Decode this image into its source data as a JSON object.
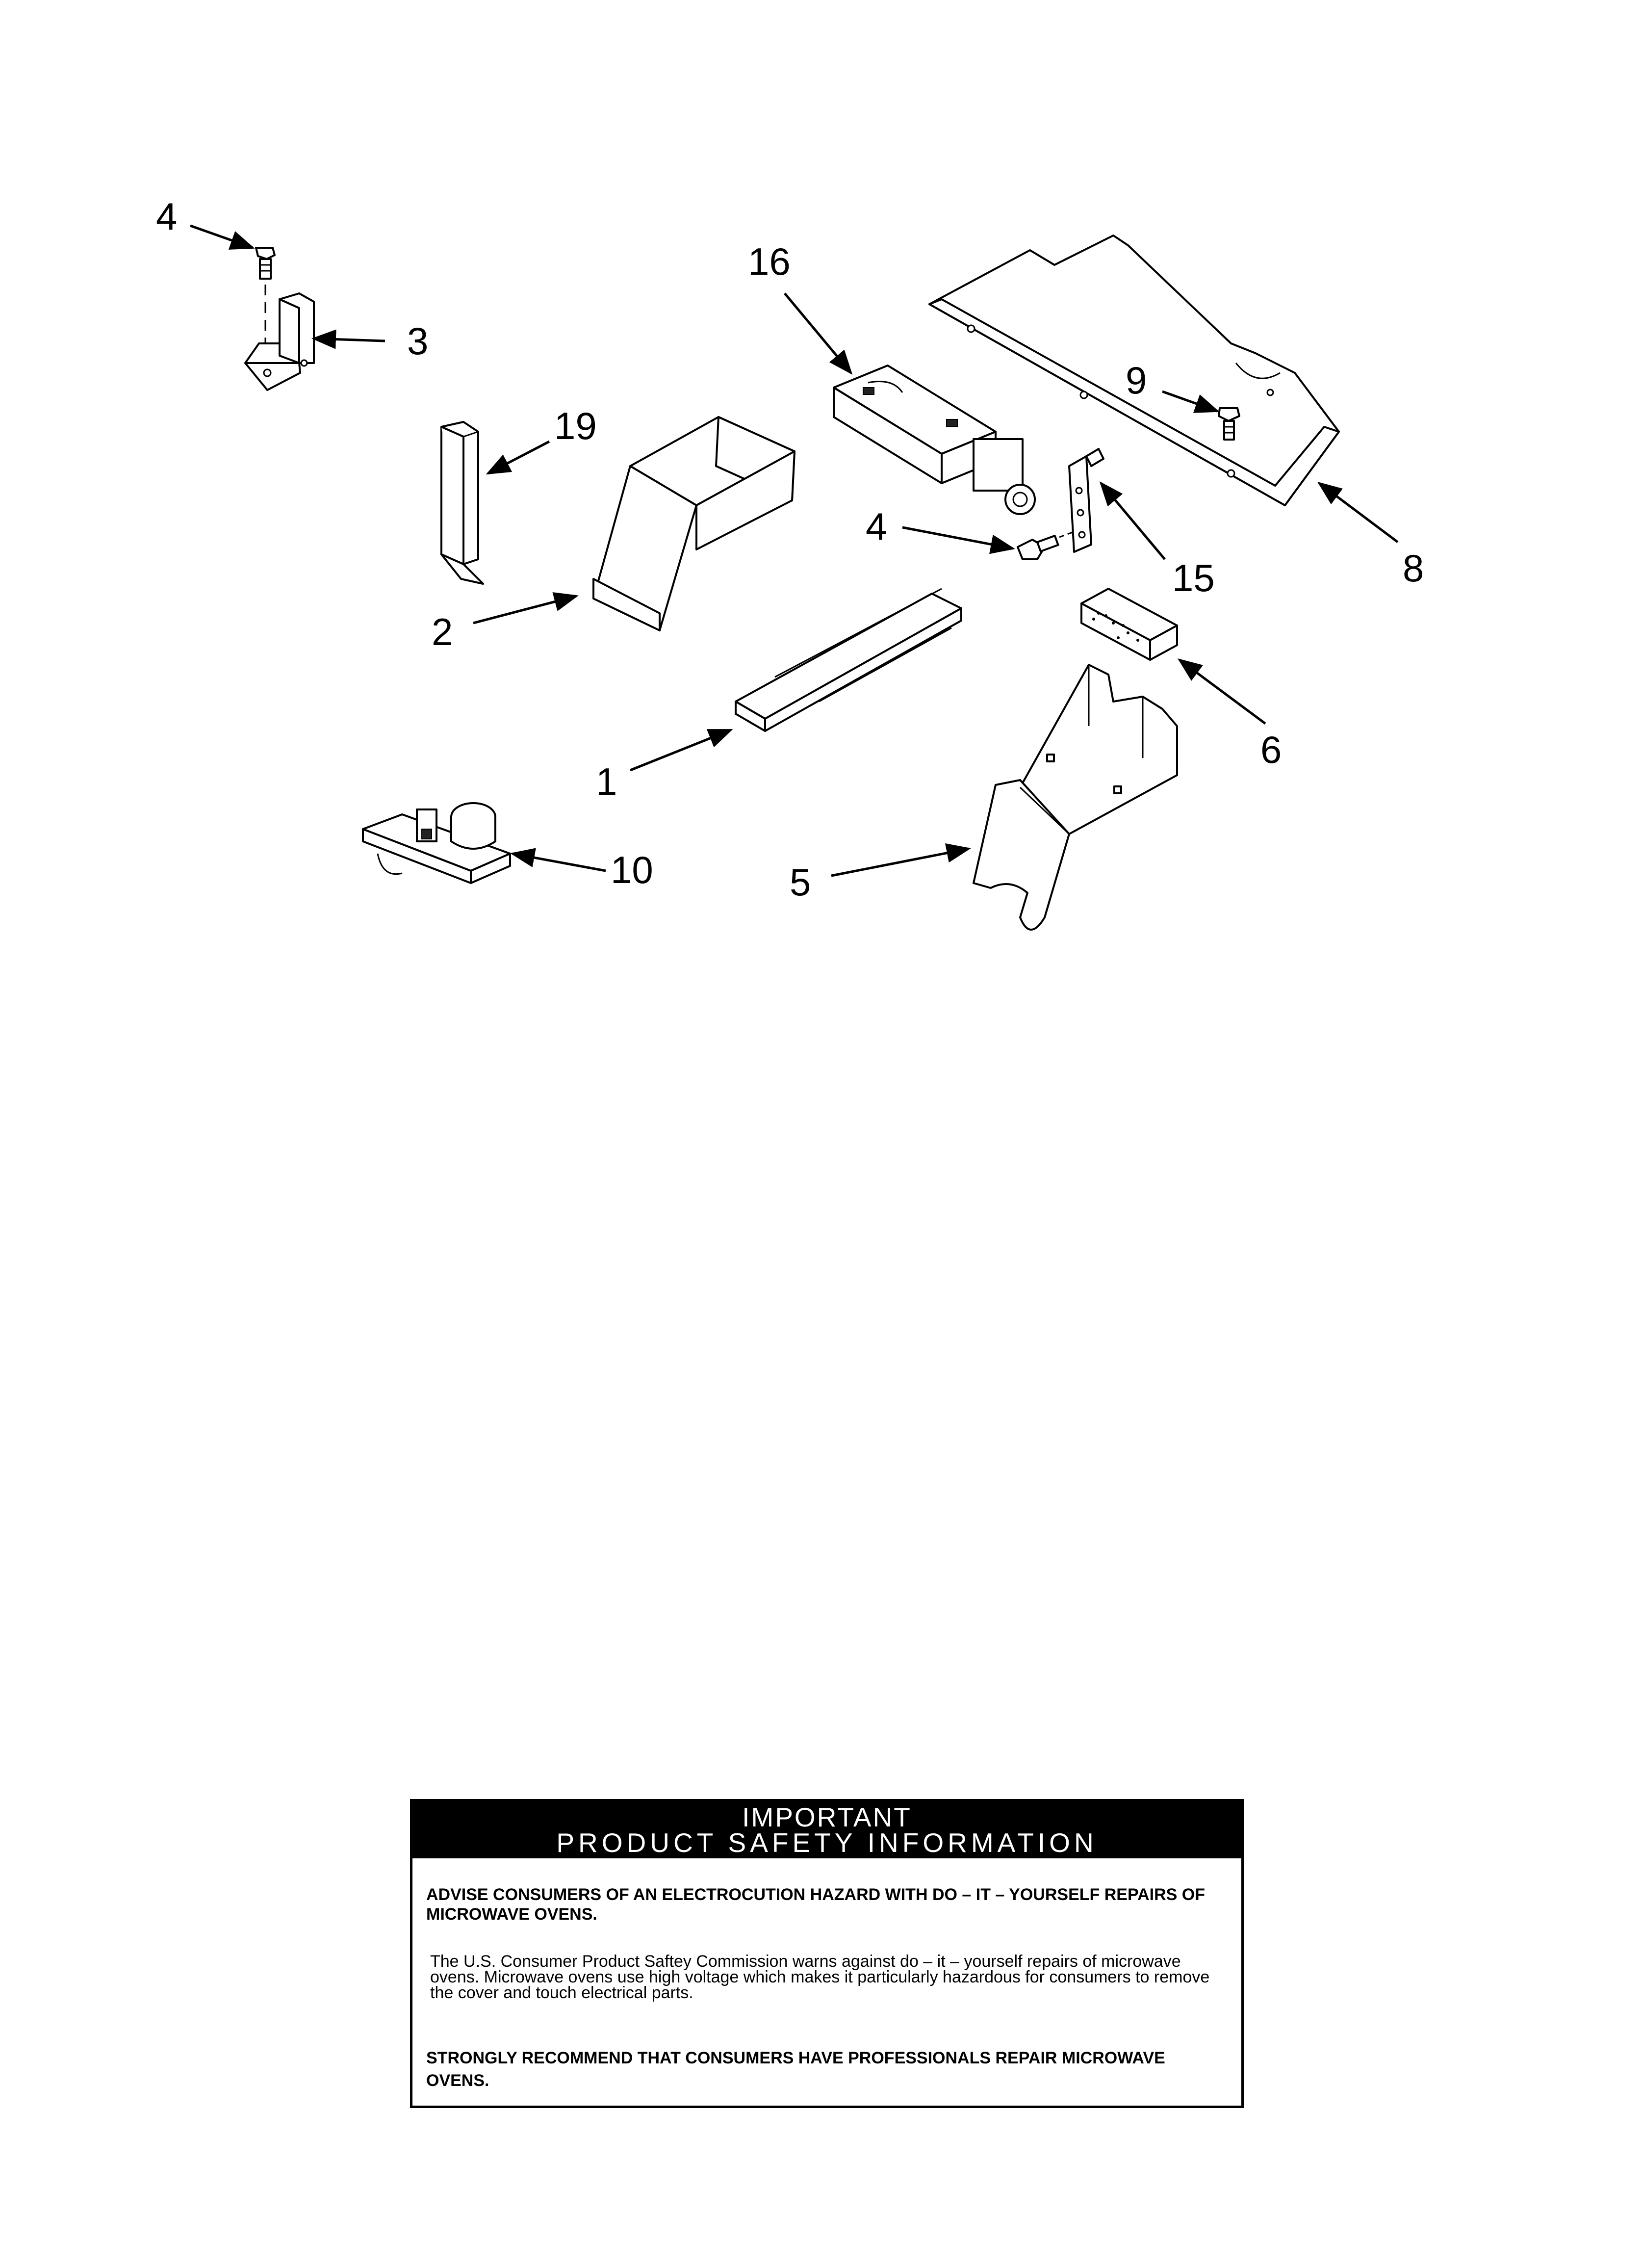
{
  "diagram": {
    "callouts": {
      "screw_top_left": "4",
      "bracket": "3",
      "latch_bar": "19",
      "duct": "2",
      "panel": "1",
      "switch_assembly": "10",
      "motor_assembly": "16",
      "screw_center": "4",
      "small_bracket": "15",
      "screw_right": "9",
      "top_channel": "8",
      "foam_block": "6",
      "trough": "5"
    }
  },
  "safety_notice": {
    "title": "IMPORTANT",
    "subtitle": "PRODUCT SAFETY INFORMATION",
    "warning": "ADVISE CONSUMERS OF AN ELECTROCUTION HAZARD WITH DO – IT – YOURSELF REPAIRS OF MICROWAVE OVENS.",
    "body": "The U.S. Consumer Product Saftey Commission warns against do – it – yourself repairs of microwave ovens. Microwave ovens use high voltage which makes it particularly hazardous for consumers to remove the cover and touch electrical parts.",
    "recommendation": "STRONGLY RECOMMEND THAT CONSUMERS HAVE PROFESSIONALS REPAIR MICROWAVE OVENS."
  }
}
